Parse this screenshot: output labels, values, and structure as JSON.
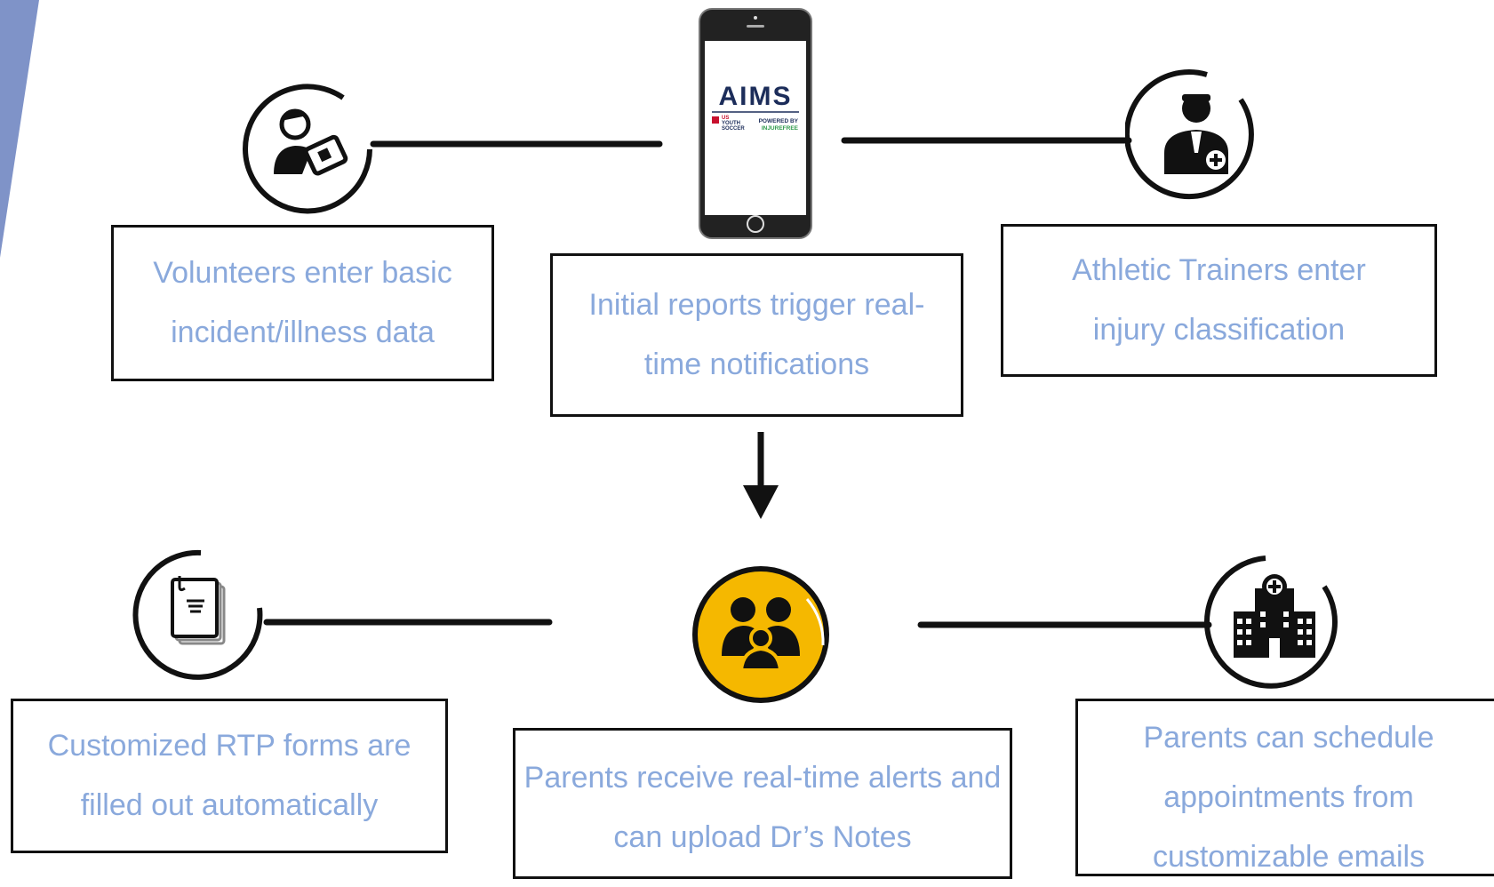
{
  "steps": {
    "volunteers": {
      "text": "Volunteers enter basic incident/illness data",
      "icon": "volunteer-tablet-icon"
    },
    "initial_reports": {
      "text": "Initial reports trigger real-time notifications",
      "icon": "smartphone-icon"
    },
    "athletic_trainers": {
      "text": "Athletic Trainers enter injury classification",
      "icon": "medic-icon"
    },
    "rtp_forms": {
      "text": "Customized RTP forms are filled out automatically",
      "icon": "documents-icon"
    },
    "parents_alerts": {
      "text": "Parents receive real-time alerts and can upload Dr’s Notes",
      "icon": "family-icon"
    },
    "parents_schedule": {
      "text": "Parents can schedule appointments from customizable emails",
      "icon": "hospital-icon"
    }
  },
  "phone_screen": {
    "brand": "AIMS",
    "org_line1": "US",
    "org_line2": "YOUTH",
    "org_line3": "SOCCER",
    "powered_by": "POWERED BY",
    "partner": "INJUREFREE"
  },
  "colors": {
    "text": "#8aa9dc",
    "accent_bar": "#7f93c8",
    "family_circle": "#f5b800",
    "brand_navy": "#1c2d5a",
    "partner_green": "#2e9a4a",
    "org_red": "#c8102e"
  }
}
